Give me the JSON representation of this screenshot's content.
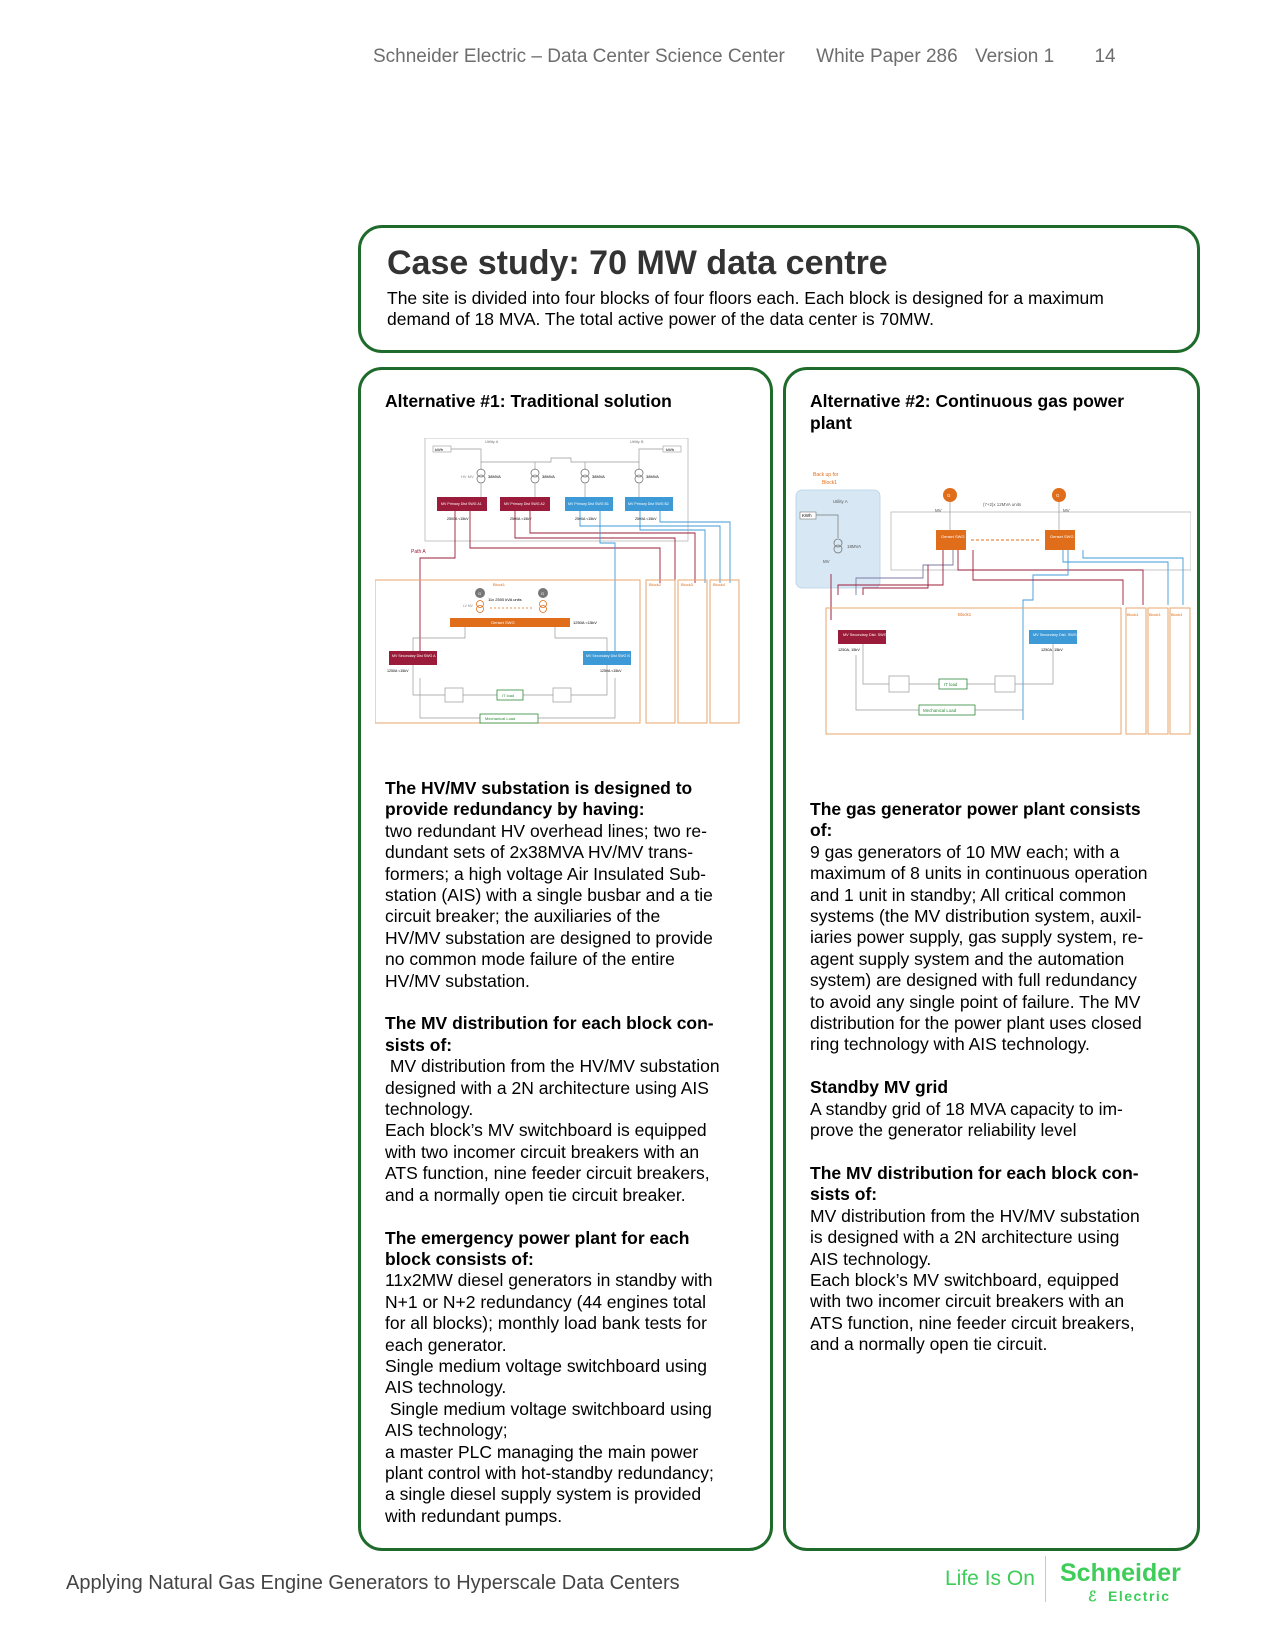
{
  "header": {
    "org": "Schneider Electric  –  Data Center Science Center",
    "paper": "White Paper 286",
    "version": "Version 1",
    "page": "14"
  },
  "case_study": {
    "title": "Case study: 70 MW data centre",
    "text": "The site is divided into four blocks of four floors each. Each block is designed for a maximum demand of 18 MVA. The total active power of the data center is 70MW."
  },
  "alt1": {
    "title": "Alternative #1: Traditional solution",
    "diagram": {
      "utility_a": "Utility A",
      "utility_b": "Utility B",
      "kwh_a": "kWh",
      "kwh_b": "kWh",
      "tr1": "38MVA",
      "tr2": "38MVA",
      "tr3": "38MVA",
      "tr4": "38MVA",
      "hv_mv": "HV MV",
      "swg_a1": "MV Primary Dist SWG A1",
      "swg_a2": "MV Primary Dist SWG A2",
      "swg_b1": "MV Primary Dist SWG B1",
      "swg_b2": "MV Primary Dist SWG B2",
      "rating_a1": "2500A <15kV",
      "rating_a2": "2500A <15kV",
      "rating_b1": "2500A <15kV",
      "rating_b2": "2500A <15kV",
      "path_a": "Path A",
      "block1": "Block1",
      "block2": "Block2",
      "block3": "Block3",
      "block4": "Block4",
      "gen_units": "11x 2500 kVA units",
      "lv_mv": "LV MV",
      "genset_swg": "Genset SWG",
      "genset_rating": "1250A <15kV",
      "sec_a": "MV Secondary Dist SWG A",
      "sec_b": "MV Secondary Dist SWG B",
      "sec_a_rating": "1250A <15kV",
      "sec_b_rating": "1250A <15kV",
      "it_load": "IT load",
      "mech_load": "Mechanical Load"
    },
    "sections": [
      {
        "heading": [
          "The HV/MV substation is designed to",
          "provide redundancy by having:"
        ],
        "lines": [
          "two redundant HV overhead lines; two re-",
          "dundant sets of 2x38MVA HV/MV trans-",
          "formers; a high voltage Air Insulated Sub-",
          "station (AIS) with a single busbar and a tie",
          "circuit breaker; the auxiliaries of the",
          "HV/MV substation are designed to provide",
          "no common mode failure of the entire",
          "HV/MV substation."
        ]
      },
      {
        "heading": [
          "The MV distribution for each block con-",
          "sists of:"
        ],
        "lines": [
          " MV distribution from the HV/MV substation",
          "designed with a 2N architecture using AIS",
          "technology.",
          "Each block’s MV switchboard is equipped",
          "with two incomer circuit breakers with an",
          "ATS function, nine feeder circuit breakers,",
          "and a normally open tie circuit breaker."
        ]
      },
      {
        "heading": [
          "The emergency power plant for each",
          "block consists of:"
        ],
        "lines": [
          "11x2MW diesel generators in standby with",
          "N+1 or N+2 redundancy (44 engines total",
          "for all blocks); monthly load bank tests for",
          "each generator.",
          "Single medium voltage switchboard using",
          "AIS technology.",
          " Single medium voltage switchboard using",
          "AIS technology;",
          "a master PLC managing the main power",
          "plant control with hot-standby redundancy;",
          "a single diesel supply system is provided",
          "with redundant pumps."
        ]
      }
    ]
  },
  "alt2": {
    "title": "Alternative #2: Continuous gas power plant",
    "diagram": {
      "backup_1": "Back up for",
      "backup_2": "Block1",
      "utility_a": "Utility A",
      "kwh": "KWh",
      "mva": "18MVA",
      "mv": "MV",
      "g1": "G",
      "g2": "G",
      "mv_left": "MV",
      "mv_right": "MV",
      "units": "(7+2)x 12MVA units",
      "genset1": "Genset SWG",
      "genset2": "Genset SWG",
      "block1": "Block1",
      "block2": "Block4",
      "block3": "Block3",
      "block4": "Block4",
      "sec_a": "MV Secondary Dist. SWG A",
      "sec_b": "MV Secondary Dist. SWG B",
      "sec_a_rating": "1250A, 15kV",
      "sec_b_rating": "1250A, 15kV",
      "it_load": "IT load",
      "mech_load": "Mechanical Load"
    },
    "sections": [
      {
        "heading": [
          "The gas generator power plant consists",
          "of:"
        ],
        "lines": [
          "9 gas generators of 10 MW each; with a",
          "maximum of 8 units in continuous operation",
          "and 1 unit in standby; All critical common",
          "systems (the MV distribution system, auxil-",
          "iaries power supply, gas supply system, re-",
          "agent supply system and the automation",
          "system) are designed with full redundancy",
          "to avoid any single point of failure. The MV",
          "distribution for the power plant uses closed",
          "ring technology with AIS technology."
        ]
      },
      {
        "heading": [
          "Standby MV grid"
        ],
        "lines": [
          "A standby grid of 18 MVA capacity to im-",
          "prove the generator reliability level"
        ]
      },
      {
        "heading": [
          "The MV distribution for each block con-",
          "sists of:"
        ],
        "lines": [
          "MV distribution from the HV/MV substation",
          "is designed with a 2N architecture using",
          "AIS technology.",
          "Each block’s MV switchboard, equipped",
          "with two incomer circuit breakers with an",
          "ATS function, nine feeder circuit breakers,",
          "and a normally open tie circuit."
        ]
      }
    ]
  },
  "footer": {
    "title": "Applying Natural Gas Engine Generators to Hyperscale Data Centers",
    "tagline": "Life Is On",
    "brand": "Schneider",
    "brand_sub": "Electric"
  },
  "colors": {
    "frame_green": "#1e6b2b",
    "brand_green": "#3dcd58",
    "swg_red": "#9b1c3a",
    "swg_blue": "#3d9ad6",
    "genset_orange": "#e06d1a",
    "block_orange": "#e9a46e",
    "load_green": "#2e8b3a"
  }
}
